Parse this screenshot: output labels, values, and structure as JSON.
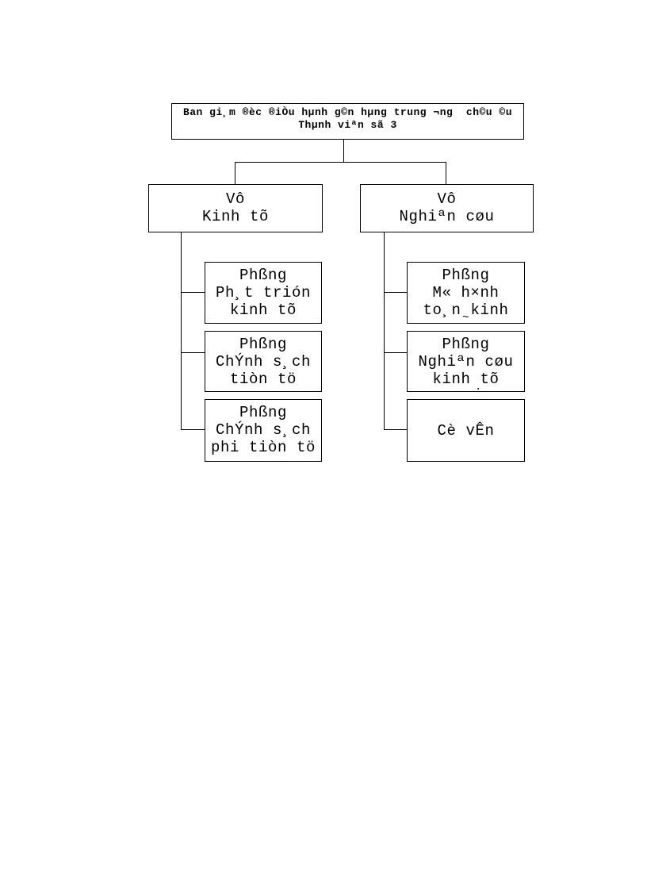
{
  "page": {
    "background": "#ffffff",
    "line_color": "#000000",
    "text_color": "#000000"
  },
  "org_chart": {
    "root": {
      "lines": [
        "Ban gi¸m ®èc ®iÒu hµnh g©n hµng trung ¬ng  ch©u ©u",
        "Thµnh viªn sã 3"
      ]
    },
    "departments": [
      {
        "lines": [
          "Vô",
          "Kinh tõ"
        ]
      },
      {
        "lines": [
          "Vô",
          "Nghiªn cøu"
        ]
      }
    ],
    "left_units": [
      {
        "lines": [
          "Phßng",
          "Ph¸t trión",
          "kinh tõ"
        ]
      },
      {
        "lines": [
          "Phßng",
          "ChÝnh s¸ch",
          "tiòn tö"
        ]
      },
      {
        "lines": [
          "Phßng",
          "ChÝnh s¸ch",
          "phi tiòn tö"
        ]
      }
    ],
    "right_units": [
      {
        "lines": [
          "Phßng",
          "M« h×nh",
          "to¸n kinh"
        ],
        "clipped": "~"
      },
      {
        "lines": [
          "Phßng",
          "Nghiªn cøu",
          "kinh tõ"
        ],
        "clipped": "."
      },
      {
        "lines": [
          "Cè vÊn"
        ],
        "clipped": ""
      }
    ]
  }
}
